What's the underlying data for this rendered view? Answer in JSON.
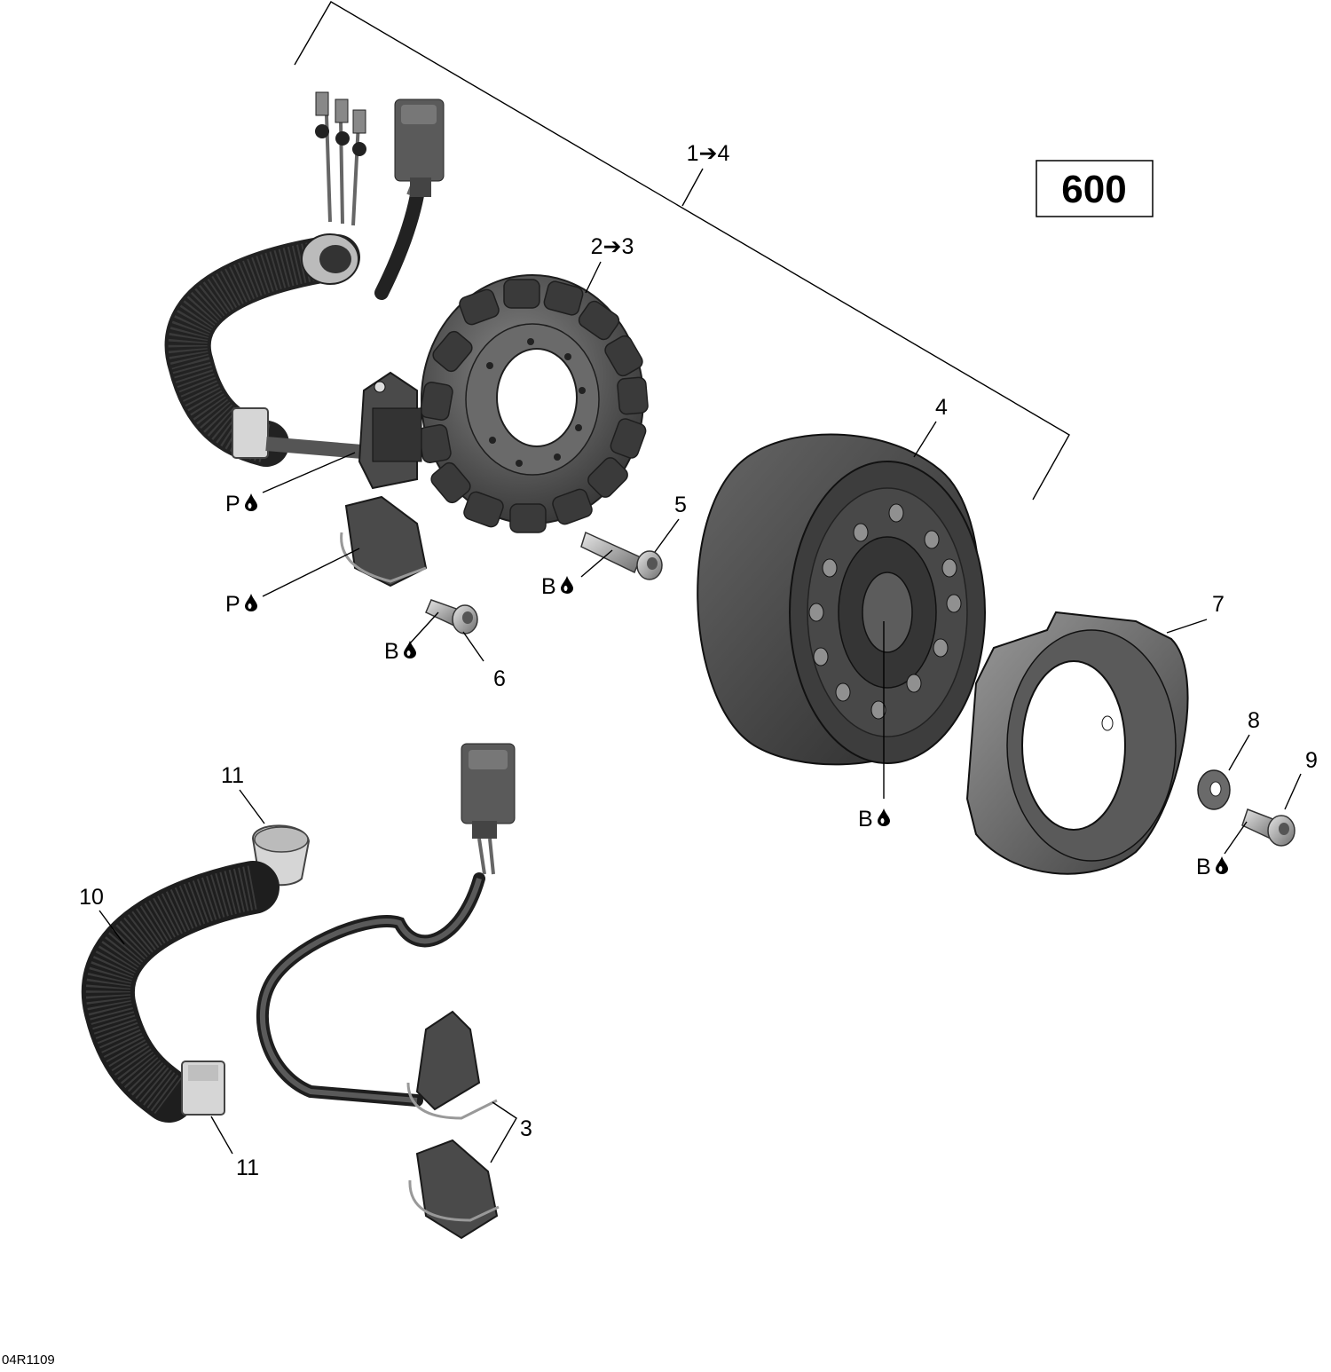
{
  "model_box": {
    "label": "600"
  },
  "drawing_code": "04R1109",
  "callouts": {
    "c1_4": "1➔4",
    "c2_3": "2➔3",
    "c3": "3",
    "c4": "4",
    "c5": "5",
    "c6": "6",
    "c7": "7",
    "c8": "8",
    "c9": "9",
    "c10": "10",
    "c11a": "11",
    "c11b": "11"
  },
  "lubricant_marks": {
    "p1": "P",
    "p2": "P",
    "b5": "B",
    "b6": "B",
    "b4": "B",
    "b9": "B"
  },
  "icons": {
    "lubricant": "oil-drop-icon"
  },
  "colors": {
    "part_dark": "#3b3b3b",
    "part_mid": "#5a5a5a",
    "part_light": "#8c8c8c",
    "sleeve_light": "#d6d6d6"
  }
}
